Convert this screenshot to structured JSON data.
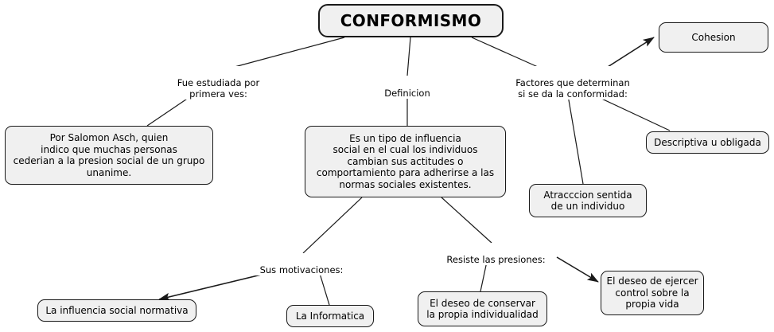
{
  "diagram": {
    "title": "CONFORMISMO",
    "root": {
      "label": "CONFORMISMO"
    },
    "nodes": [
      {
        "id": "asch",
        "label": "Por Salomon Asch, quien\nindico que muchas personas\ncederian a la presion social de un grupo\nunanime."
      },
      {
        "id": "definicion",
        "label": "Es un tipo de influencia\nsocial en el cual los individuos\ncambian sus actitudes o\ncomportamiento para adherirse a las\nnormas sociales existentes."
      },
      {
        "id": "cohesion",
        "label": "Cohesion"
      },
      {
        "id": "descriptiva",
        "label": "Descriptiva u obligada"
      },
      {
        "id": "atraccion",
        "label": "Atracccion sentida\nde un individuo"
      },
      {
        "id": "normativa",
        "label": "La influencia social normativa"
      },
      {
        "id": "informatica",
        "label": "La Informatica"
      },
      {
        "id": "conservar",
        "label": "El deseo de conservar\nla propia individualidad"
      },
      {
        "id": "ejercer",
        "label": "El deseo de ejercer\ncontrol sobre la\npropia vida"
      }
    ],
    "link_labels": [
      {
        "id": "estudiada",
        "text": "Fue estudiada por\nprimera ves:"
      },
      {
        "id": "definicion_label",
        "text": "Definicion"
      },
      {
        "id": "factores",
        "text": "Factores que determinan\nsi se da la conformidad:"
      },
      {
        "id": "motivaciones",
        "text": "Sus motivaciones:"
      },
      {
        "id": "resiste",
        "text": "Resiste las presiones:"
      }
    ],
    "colors": {
      "node_fill": "#f0f0f0",
      "node_border": "#1a1a1a",
      "edge": "#1a1a1a",
      "background": "#ffffff",
      "text": "#000000"
    }
  }
}
